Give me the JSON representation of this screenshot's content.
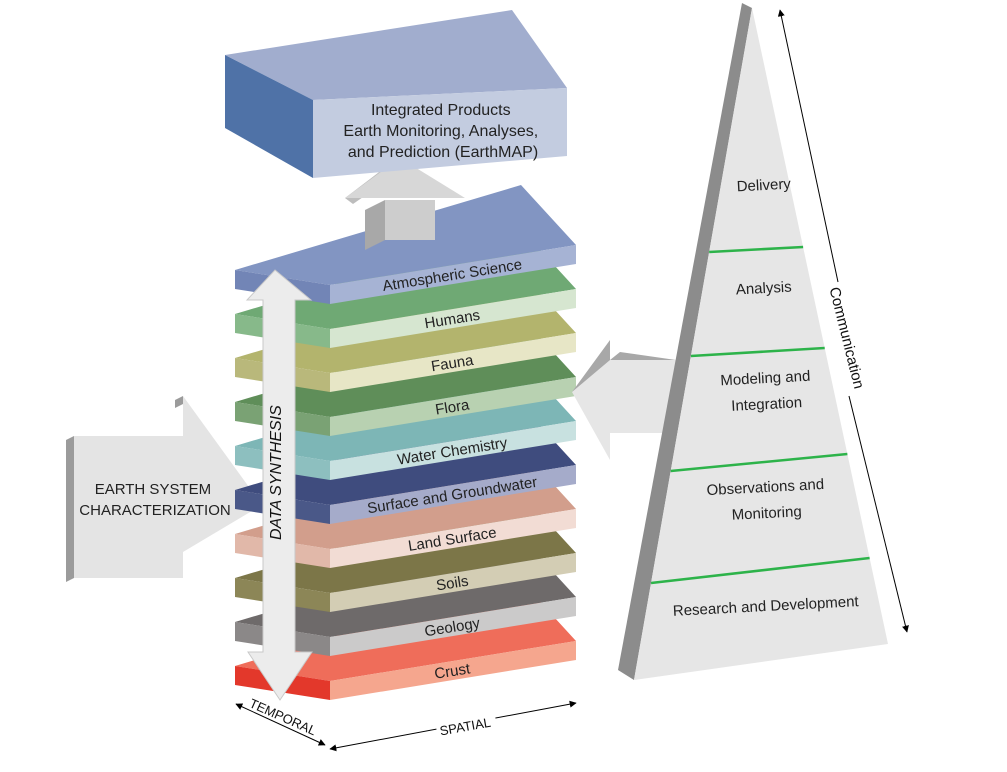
{
  "top_box": {
    "lines": [
      "Integrated Products",
      "Earth Monitoring, Analyses,",
      "and Prediction (EarthMAP)"
    ],
    "colors": {
      "top": "#a1adce",
      "front": "#c3cce0",
      "side": "#4f72a7"
    }
  },
  "layers": [
    {
      "label": "Atmospheric Science",
      "top": "#8295c2",
      "front": "#a6b3d4",
      "side": "#7285b6"
    },
    {
      "label": "Humans",
      "top": "#6fa974",
      "front": "#d6e6d0",
      "side": "#87b98a"
    },
    {
      "label": "Fauna",
      "top": "#b3b46d",
      "front": "#e7e6c6",
      "side": "#b9b87b"
    },
    {
      "label": "Flora",
      "top": "#5f8e59",
      "front": "#b8d1b1",
      "side": "#7aa274"
    },
    {
      "label": "Water Chemistry",
      "top": "#7db6b6",
      "front": "#c8e1e0",
      "side": "#8dbfbf"
    },
    {
      "label": "Surface and Groundwater",
      "top": "#3f4c7e",
      "front": "#a5abca",
      "side": "#4a5888"
    },
    {
      "label": "Land Surface",
      "top": "#d29e8c",
      "front": "#f2dcd4",
      "side": "#e1b8a9"
    },
    {
      "label": "Soils",
      "top": "#7c7648",
      "front": "#d3cdb4",
      "side": "#8c8657"
    },
    {
      "label": "Geology",
      "top": "#6e6a6a",
      "front": "#cbcaca",
      "side": "#8b8888"
    },
    {
      "label": "Crust",
      "top": "#ef6d5a",
      "front": "#f5a68e",
      "side": "#e3382b"
    }
  ],
  "left_arrow": {
    "lines": [
      "EARTH SYSTEM",
      "CHARACTERIZATION"
    ]
  },
  "synthesis_label": "DATA SYNTHESIS",
  "axis_labels": {
    "temporal": "TEMPORAL",
    "spatial": "SPATIAL"
  },
  "pyramid": {
    "levels": [
      {
        "lines": [
          "Delivery"
        ]
      },
      {
        "lines": [
          "Analysis"
        ]
      },
      {
        "lines": [
          "Modeling and",
          "Integration"
        ]
      },
      {
        "lines": [
          "Observations and",
          "Monitoring"
        ]
      },
      {
        "lines": [
          "Research and Development"
        ]
      }
    ],
    "side_label": "Communication",
    "divider_color": "#2db34a",
    "face_color": "#e6e6e6",
    "edge_color": "#8c8c8c"
  }
}
